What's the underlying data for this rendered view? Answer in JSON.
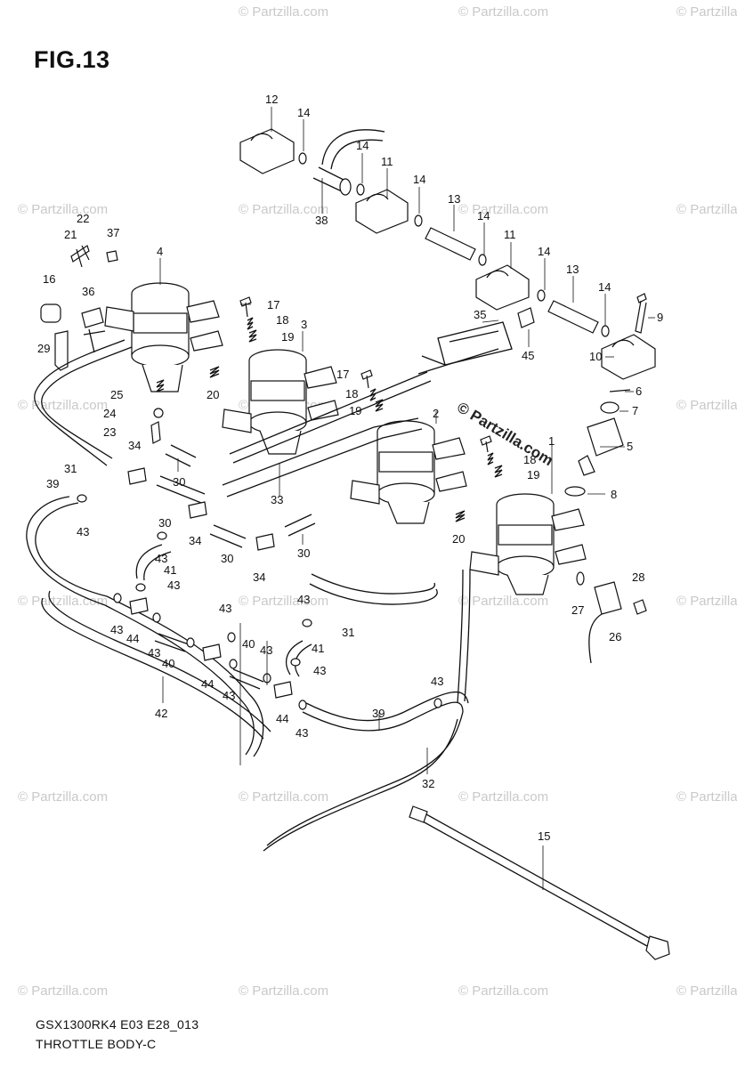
{
  "figure": {
    "title": "FIG.13",
    "model_code": "GSX1300RK4 E03 E28_013",
    "section_name": "THROTTLE BODY-C",
    "brand_mark": "© Partzilla.com",
    "watermark": "© Partzilla.com"
  },
  "callouts": [
    {
      "id": "c12",
      "label": "12"
    },
    {
      "id": "c14a",
      "label": "14"
    },
    {
      "id": "c14b",
      "label": "14"
    },
    {
      "id": "c11a",
      "label": "11"
    },
    {
      "id": "c14c",
      "label": "14"
    },
    {
      "id": "c13a",
      "label": "13"
    },
    {
      "id": "c14d",
      "label": "14"
    },
    {
      "id": "c11b",
      "label": "11"
    },
    {
      "id": "c14e",
      "label": "14"
    },
    {
      "id": "c13b",
      "label": "13"
    },
    {
      "id": "c14f",
      "label": "14"
    },
    {
      "id": "c9",
      "label": "9"
    },
    {
      "id": "c10",
      "label": "10"
    },
    {
      "id": "c38",
      "label": "38"
    },
    {
      "id": "c22",
      "label": "22"
    },
    {
      "id": "c21",
      "label": "21"
    },
    {
      "id": "c37",
      "label": "37"
    },
    {
      "id": "c4",
      "label": "4"
    },
    {
      "id": "c16",
      "label": "16"
    },
    {
      "id": "c36",
      "label": "36"
    },
    {
      "id": "c29",
      "label": "29"
    },
    {
      "id": "c17a",
      "label": "17"
    },
    {
      "id": "c18a",
      "label": "18"
    },
    {
      "id": "c19a",
      "label": "19"
    },
    {
      "id": "c3",
      "label": "3"
    },
    {
      "id": "c35",
      "label": "35"
    },
    {
      "id": "c45",
      "label": "45"
    },
    {
      "id": "c6",
      "label": "6"
    },
    {
      "id": "c7",
      "label": "7"
    },
    {
      "id": "c5",
      "label": "5"
    },
    {
      "id": "c8",
      "label": "8"
    },
    {
      "id": "c17b",
      "label": "17"
    },
    {
      "id": "c18b",
      "label": "18"
    },
    {
      "id": "c19b",
      "label": "19"
    },
    {
      "id": "c20a",
      "label": "20"
    },
    {
      "id": "c25",
      "label": "25"
    },
    {
      "id": "c24",
      "label": "24"
    },
    {
      "id": "c23",
      "label": "23"
    },
    {
      "id": "c2",
      "label": "2"
    },
    {
      "id": "c18c",
      "label": "18"
    },
    {
      "id": "c19c",
      "label": "19"
    },
    {
      "id": "c1",
      "label": "1"
    },
    {
      "id": "c34a",
      "label": "34"
    },
    {
      "id": "c31a",
      "label": "31"
    },
    {
      "id": "c30a",
      "label": "30"
    },
    {
      "id": "c39a",
      "label": "39"
    },
    {
      "id": "c33",
      "label": "33"
    },
    {
      "id": "c43a",
      "label": "43"
    },
    {
      "id": "c30b",
      "label": "30"
    },
    {
      "id": "c34b",
      "label": "34"
    },
    {
      "id": "c20b",
      "label": "20"
    },
    {
      "id": "c43b",
      "label": "43"
    },
    {
      "id": "c41a",
      "label": "41"
    },
    {
      "id": "c30c",
      "label": "30"
    },
    {
      "id": "c30d",
      "label": "30"
    },
    {
      "id": "c34c",
      "label": "34"
    },
    {
      "id": "c43c",
      "label": "43"
    },
    {
      "id": "c28",
      "label": "28"
    },
    {
      "id": "c27",
      "label": "27"
    },
    {
      "id": "c26",
      "label": "26"
    },
    {
      "id": "c43d",
      "label": "43"
    },
    {
      "id": "c43e",
      "label": "43"
    },
    {
      "id": "c44a",
      "label": "44"
    },
    {
      "id": "c43f",
      "label": "43"
    },
    {
      "id": "c43g",
      "label": "43"
    },
    {
      "id": "c31b",
      "label": "31"
    },
    {
      "id": "c40a",
      "label": "40"
    },
    {
      "id": "c40b",
      "label": "40"
    },
    {
      "id": "c43h",
      "label": "43"
    },
    {
      "id": "c41b",
      "label": "41"
    },
    {
      "id": "c43i",
      "label": "43"
    },
    {
      "id": "c44b",
      "label": "44"
    },
    {
      "id": "c43j",
      "label": "43"
    },
    {
      "id": "c43k",
      "label": "43"
    },
    {
      "id": "c44c",
      "label": "44"
    },
    {
      "id": "c42",
      "label": "42"
    },
    {
      "id": "c39b",
      "label": "39"
    },
    {
      "id": "c43l",
      "label": "43"
    },
    {
      "id": "c32",
      "label": "32"
    },
    {
      "id": "c15",
      "label": "15"
    }
  ]
}
